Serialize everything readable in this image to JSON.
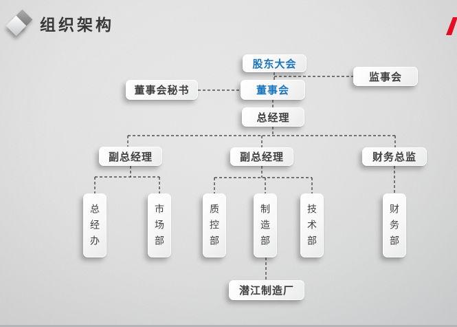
{
  "slide": {
    "title": "组织架构",
    "accent_red": "#e60a22",
    "blue_text_color": "#1b75bb",
    "dark_text_color": "#3f3f41",
    "icon": "double-diamond"
  },
  "org_chart": {
    "nodes": {
      "shareholders": {
        "label": "股东大会",
        "emphasis": "blue"
      },
      "supervisors": {
        "label": "监事会",
        "emphasis": "dark"
      },
      "board_secretary": {
        "label": "董事会秘书",
        "emphasis": "dark"
      },
      "board": {
        "label": "董事会",
        "emphasis": "blue"
      },
      "general_manager": {
        "label": "总经理",
        "emphasis": "dark"
      },
      "deputy_gm_left": {
        "label": "副总经理",
        "emphasis": "dark"
      },
      "deputy_gm_mid": {
        "label": "副总经理",
        "emphasis": "dark"
      },
      "cfo": {
        "label": "财务总监",
        "emphasis": "dark"
      },
      "gm_office": {
        "label": "总经办",
        "orientation": "vertical"
      },
      "marketing_dept": {
        "label": "市场部",
        "orientation": "vertical"
      },
      "qc_dept": {
        "label": "质控部",
        "orientation": "vertical"
      },
      "manufacturing_dept": {
        "label": "制造部",
        "orientation": "vertical"
      },
      "tech_dept": {
        "label": "技术部",
        "orientation": "vertical"
      },
      "finance_dept": {
        "label": "财务部",
        "orientation": "vertical"
      },
      "qianjiang_factory": {
        "label": "潜江制造厂",
        "emphasis": "dark"
      }
    },
    "edges": [
      {
        "from": "shareholders",
        "to": "board"
      },
      {
        "from": "shareholders",
        "to": "supervisors"
      },
      {
        "from": "board",
        "to": "board_secretary"
      },
      {
        "from": "board",
        "to": "general_manager"
      },
      {
        "from": "general_manager",
        "to": "deputy_gm_left"
      },
      {
        "from": "general_manager",
        "to": "deputy_gm_mid"
      },
      {
        "from": "general_manager",
        "to": "cfo"
      },
      {
        "from": "deputy_gm_left",
        "to": "gm_office"
      },
      {
        "from": "deputy_gm_left",
        "to": "marketing_dept"
      },
      {
        "from": "deputy_gm_mid",
        "to": "qc_dept"
      },
      {
        "from": "deputy_gm_mid",
        "to": "manufacturing_dept"
      },
      {
        "from": "deputy_gm_mid",
        "to": "tech_dept"
      },
      {
        "from": "cfo",
        "to": "finance_dept"
      },
      {
        "from": "manufacturing_dept",
        "to": "qianjiang_factory"
      }
    ],
    "line_style": "dashed"
  }
}
